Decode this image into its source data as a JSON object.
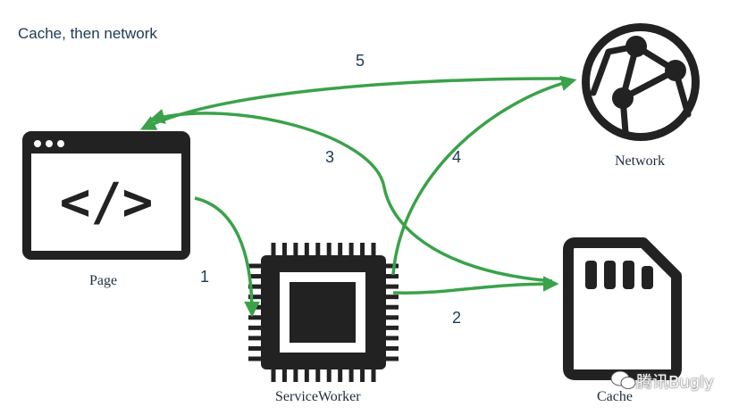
{
  "title": "Cache, then network",
  "nodes": {
    "page": {
      "label": "Page",
      "code_glyph": "</>"
    },
    "service_worker": {
      "label": "ServiceWorker"
    },
    "network": {
      "label": "Network"
    },
    "cache": {
      "label": "Cache"
    }
  },
  "steps": [
    {
      "number": "1",
      "from": "page",
      "to": "service_worker"
    },
    {
      "number": "2",
      "from": "service_worker",
      "to": "cache"
    },
    {
      "number": "3",
      "from": "cache",
      "to": "page"
    },
    {
      "number": "4",
      "from": "service_worker",
      "to": "network"
    },
    {
      "number": "5",
      "from": "network",
      "to": "page"
    }
  ],
  "watermark": {
    "text": "腾讯Bugly"
  },
  "colors": {
    "arrow": "#3aa24a",
    "icon": "#222222",
    "text": "#1b3a57"
  }
}
